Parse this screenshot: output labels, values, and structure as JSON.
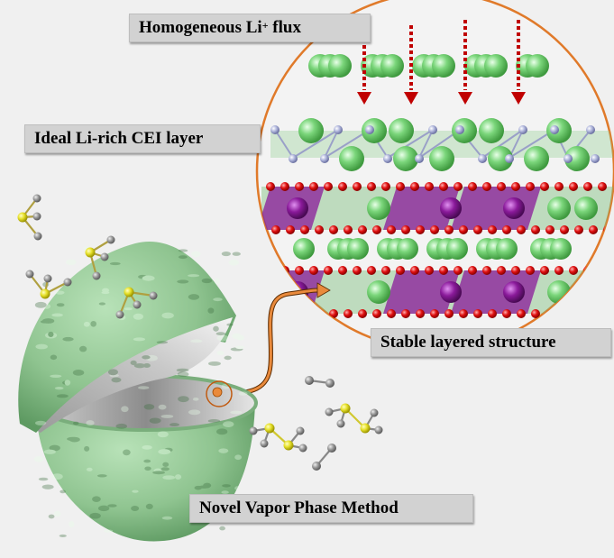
{
  "labels": {
    "flux": {
      "text": "Homogeneous Li",
      "sup": "+",
      "suffix": " flux"
    },
    "cei": "Ideal Li-rich CEI layer",
    "stable": "Stable layered structure",
    "vapor": "Novel Vapor Phase Method"
  },
  "colors": {
    "background": "#f0f0f0",
    "label_bg": "#d2d2d2",
    "li_atom": "#6fcf6f",
    "oxygen_atom": "#e01010",
    "tm_atom": "#8a1a9a",
    "anion_atom": "#a0a8d0",
    "flux_arrow": "#c00000",
    "magnifier_outline": "#e07a2a",
    "sphere_shell": "#8fc490",
    "sphere_inner": "#b8b8b8",
    "precursor_center": "#e6e02a",
    "precursor_ligand": "#9a9a9a"
  },
  "diagram": {
    "flux_arrow_count": 4,
    "layers": [
      "Li+ layer",
      "Li-rich CEI layer",
      "transition-metal oxide slab",
      "Li layer",
      "transition-metal oxide slab"
    ]
  }
}
